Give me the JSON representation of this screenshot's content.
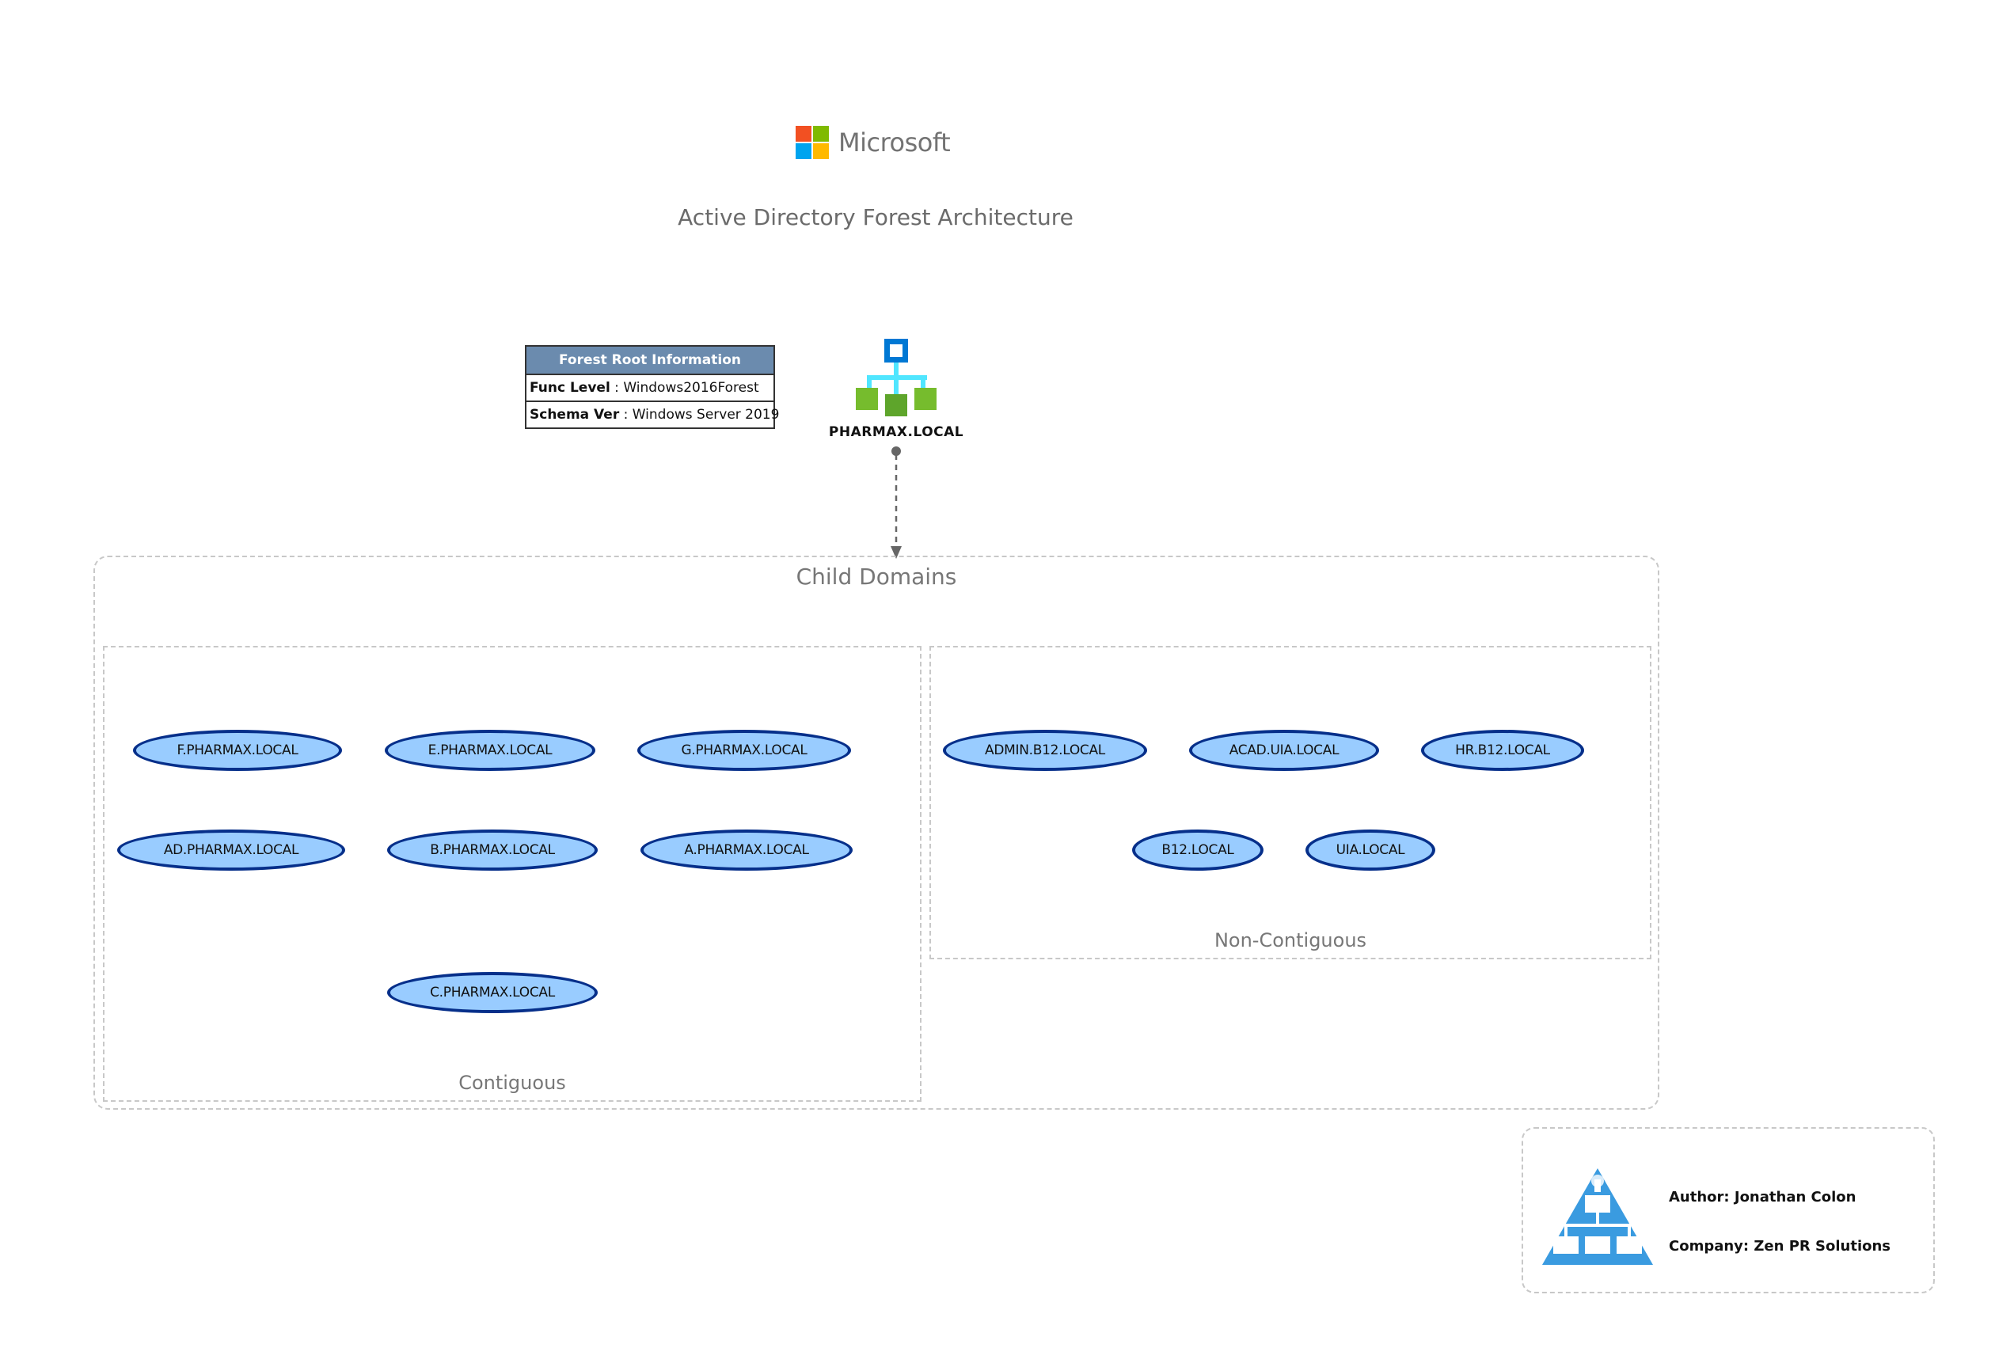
{
  "header": {
    "brand": "Microsoft",
    "title": "Active Directory Forest Architecture"
  },
  "colors": {
    "ms_red": "#f25022",
    "ms_green": "#7fba00",
    "ms_blue": "#00a4ef",
    "ms_yellow": "#ffb900",
    "domain_fill": "#99ccff",
    "domain_border": "#062f8a",
    "table_header": "#6b8bae"
  },
  "forest_root_info": {
    "header": "Forest Root Information",
    "rows": [
      {
        "key": "Func Level",
        "value": " : Windows2016Forest"
      },
      {
        "key": "Schema Ver",
        "value": " : Windows Server 2019"
      }
    ]
  },
  "root_domain": {
    "label": "PHARMAX.LOCAL",
    "icon": "domain-tree-icon"
  },
  "child_domains": {
    "label": "Child Domains",
    "contiguous": {
      "label": "Contiguous",
      "domains": [
        "F.PHARMAX.LOCAL",
        "E.PHARMAX.LOCAL",
        "G.PHARMAX.LOCAL",
        "AD.PHARMAX.LOCAL",
        "B.PHARMAX.LOCAL",
        "A.PHARMAX.LOCAL",
        "C.PHARMAX.LOCAL"
      ]
    },
    "non_contiguous": {
      "label": "Non-Contiguous",
      "domains": [
        "ADMIN.B12.LOCAL",
        "ACAD.UIA.LOCAL",
        "HR.B12.LOCAL",
        "B12.LOCAL",
        "UIA.LOCAL"
      ]
    }
  },
  "legend": {
    "icon": "network-hierarchy-icon",
    "author": "Author: Jonathan Colon",
    "company": "Company: Zen PR Solutions"
  }
}
